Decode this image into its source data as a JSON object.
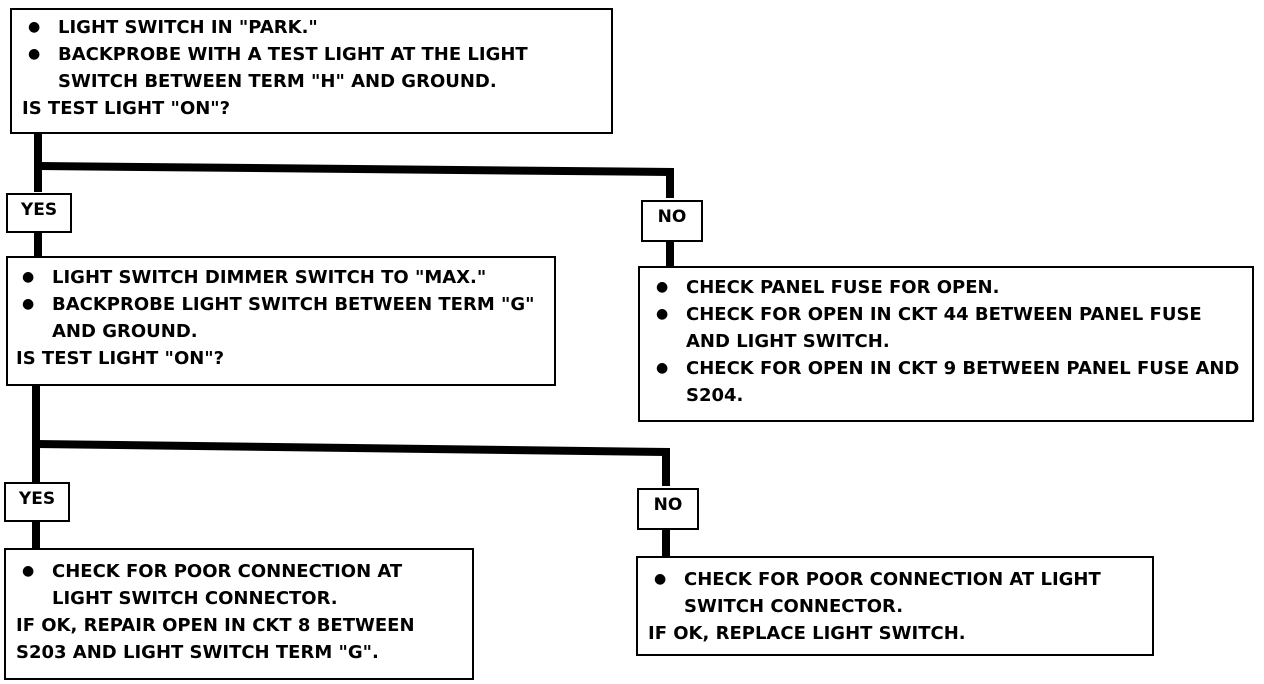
{
  "step1": {
    "bullets": [
      "LIGHT SWITCH IN \"PARK.\"",
      "BACKPROBE WITH A TEST LIGHT AT THE LIGHT SWITCH BETWEEN TERM \"H\" AND GROUND."
    ],
    "question": "IS TEST LIGHT \"ON\"?"
  },
  "step1_yes_label": "YES",
  "step1_no_label": "NO",
  "step2": {
    "bullets": [
      "LIGHT  SWITCH DIMMER  SWITCH TO \"MAX.\"",
      "BACKPROBE LIGHT  SWITCH BETWEEN TERM \"G\" AND GROUND."
    ],
    "question": "IS TEST LIGHT \"ON\"?"
  },
  "step1_no_box": {
    "bullets": [
      "CHECK PANEL FUSE FOR OPEN.",
      "CHECK FOR OPEN IN CKT 44 BETWEEN PANEL FUSE AND LIGHT SWITCH.",
      "CHECK FOR OPEN IN CKT 9 BETWEEN PANEL FUSE AND S204."
    ]
  },
  "step2_yes_label": "YES",
  "step2_no_label": "NO",
  "step2_yes_box": {
    "bullets": [
      "CHECK FOR POOR CONNECTION AT LIGHT SWITCH CONNECTOR."
    ],
    "note": "IF OK, REPAIR OPEN IN CKT 8 BETWEEN S203 AND LIGHT SWITCH TERM \"G\"."
  },
  "step2_no_box": {
    "bullets": [
      "CHECK FOR POOR CONNECTION AT LIGHT SWITCH CONNECTOR."
    ],
    "note": "IF OK, REPLACE LIGHT SWITCH."
  }
}
